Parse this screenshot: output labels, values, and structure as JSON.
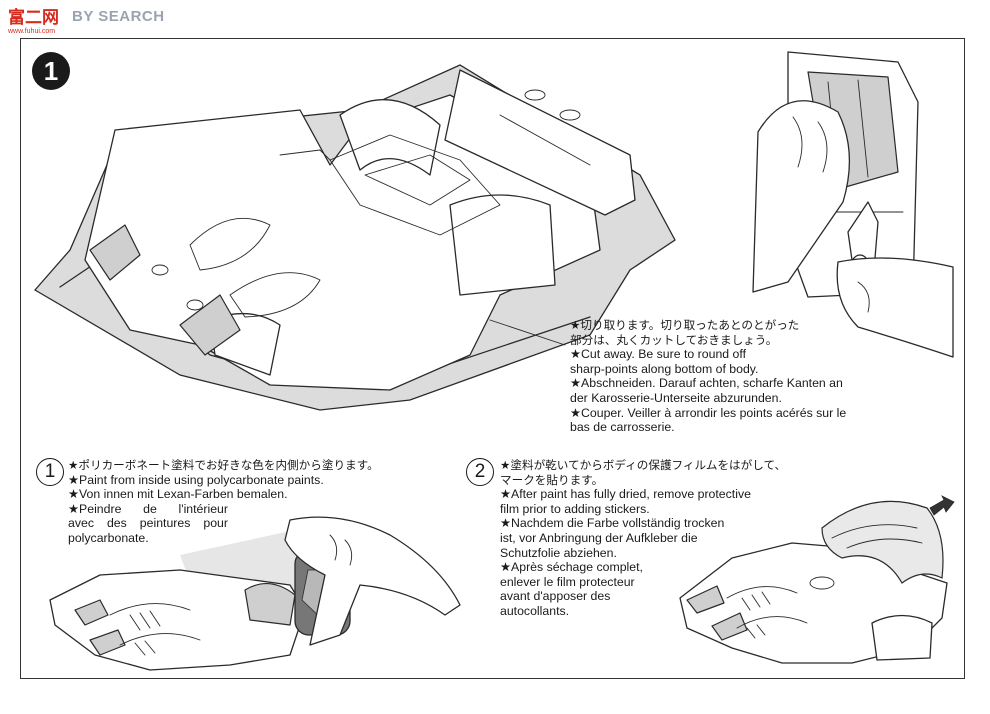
{
  "watermark": {
    "site_cn": "富二网",
    "brand_en": "BY SEARCH",
    "url": "www.fuhui.com"
  },
  "step": {
    "number": "1"
  },
  "cut_note": {
    "lines": [
      "★切り取ります。切り取ったあとのとがった",
      "部分は、丸くカットしておきましょう。",
      "★Cut away. Be sure to round off",
      "sharp-points along bottom of body.",
      "★Abschneiden. Darauf achten, scharfe Kanten an",
      "der Karosserie-Unterseite abzurunden.",
      "★Couper. Veiller à arrondir les points acérés sur le",
      "bas de carrosserie."
    ]
  },
  "paint_note": {
    "number": "1",
    "lines": [
      "★ポリカーボネート塗料でお好きな色を内側から塗ります。",
      "★Paint from inside using polycarbonate paints.",
      "★Von innen mit Lexan-Farben bemalen."
    ],
    "french": {
      "line1": [
        "★Peindre",
        "de",
        "l'intérieur"
      ],
      "line2": [
        "avec",
        "des",
        "peintures",
        "pour"
      ],
      "line3": "polycarbonate."
    }
  },
  "sticker_note": {
    "number": "2",
    "lines": [
      "★塗料が乾いてからボディの保護フィルムをはがして、",
      "マークを貼ります。",
      "★After paint has fully dried, remove protective",
      "film prior to adding stickers.",
      "★Nachdem die Farbe vollständig trocken",
      "ist, vor Anbringung der Aufkleber die",
      "Schutzfolie abziehen.",
      "★Après séchage complet,",
      "enlever le film protecteur",
      "avant d'apposer des",
      "autocollants."
    ]
  }
}
